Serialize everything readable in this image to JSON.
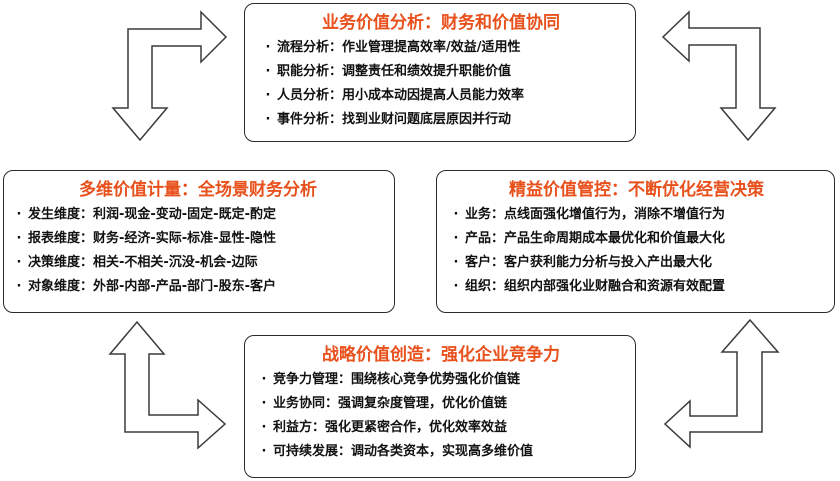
{
  "boxes": {
    "top": {
      "title": "业务价值分析：财务和价值协同",
      "items": [
        "流程分析：作业管理提高效率/效益/适用性",
        "职能分析：调整责任和绩效提升职能价值",
        "人员分析：用小成本动因提高人员能力效率",
        "事件分析：找到业财问题底层原因并行动"
      ]
    },
    "left": {
      "title": "多维价值计量：全场景财务分析",
      "items": [
        "发生维度：利润-现金-变动-固定-既定-酌定",
        "报表维度：财务-经济-实际-标准-显性-隐性",
        "决策维度：相关-不相关-沉没-机会-边际",
        "对象维度：外部-内部-产品-部门-股东-客户"
      ]
    },
    "right": {
      "title": "精益价值管控：不断优化经营决策",
      "items": [
        "业务：点线面强化增值行为，消除不增值行为",
        "产品：产品生命周期成本最优化和价值最大化",
        "客户：客户获利能力分析与投入产出最大化",
        "组织：组织内部强化业财融合和资源有效配置"
      ]
    },
    "bottom": {
      "title": "战略价值创造：强化企业竞争力",
      "items": [
        "竞争力管理：围绕核心竞争优势强化价值链",
        "业务协同：强调复杂度管理，优化价值链",
        "利益方：强化更紧密合作，优化效率效益",
        "可持续发展：调动各类资本，实现高多维价值"
      ]
    }
  },
  "bullet": "·",
  "colors": {
    "title": "#e8501c",
    "border": "#2b2b2b",
    "text": "#111111"
  }
}
